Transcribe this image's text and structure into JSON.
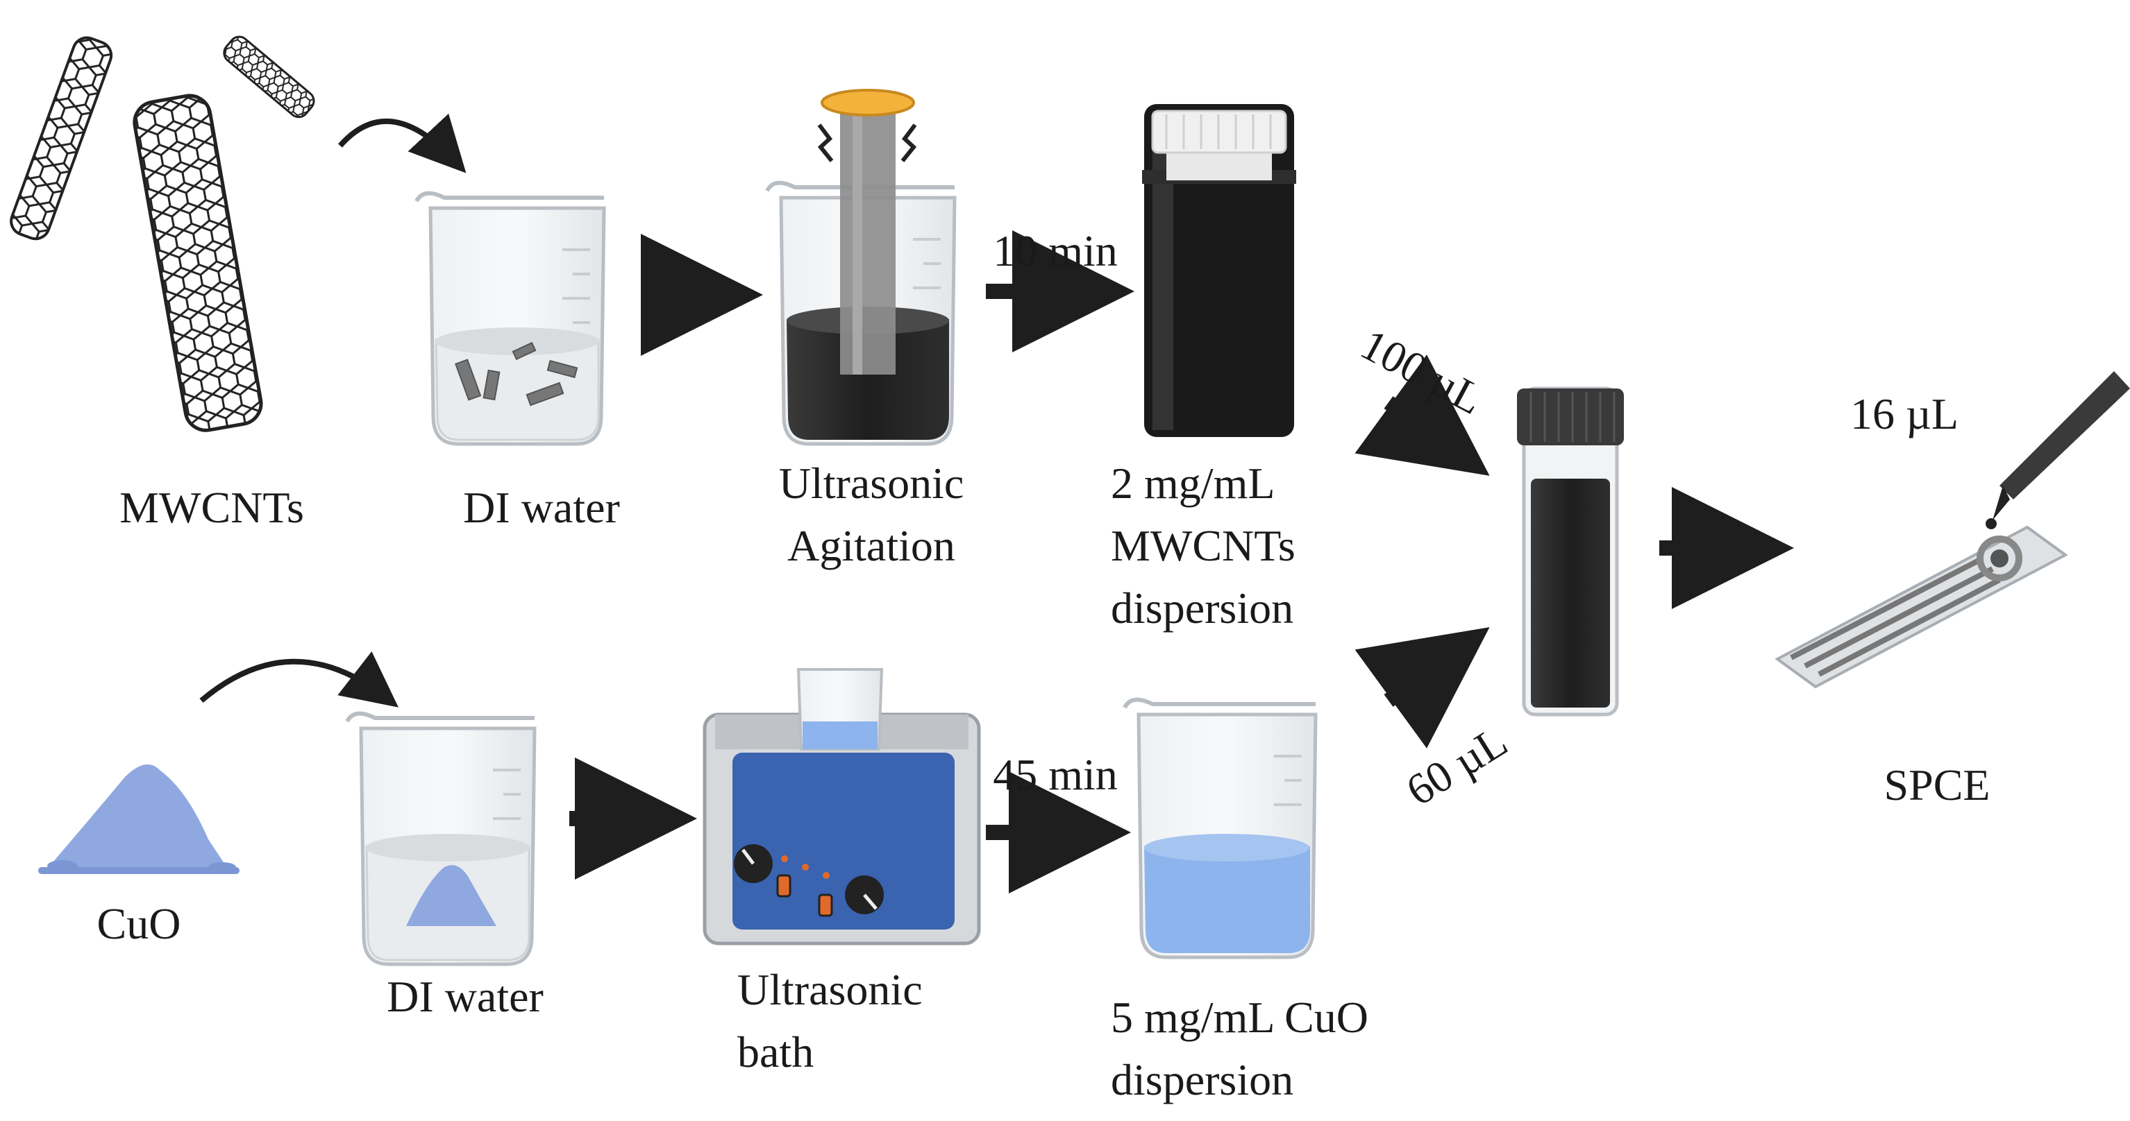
{
  "labels": {
    "mwcnts": "MWCNTs",
    "di_water_top": "DI water",
    "ultrasonic_agitation_l1": "Ultrasonic",
    "ultrasonic_agitation_l2": "Agitation",
    "time_10": "10 min",
    "mwcnt_disp_l1": "2 mg/mL",
    "mwcnt_disp_l2": "MWCNTs",
    "mwcnt_disp_l3": "dispersion",
    "vol_100": "100 µL",
    "vol_60": "60 µL",
    "vol_16": "16 µL",
    "spce": "SPCE",
    "cuo": "CuO",
    "di_water_bottom": "DI water",
    "ultrasonic_bath_l1": "Ultrasonic",
    "ultrasonic_bath_l2": "bath",
    "time_45": "45 min",
    "cuo_disp_l1": "5 mg/mL CuO",
    "cuo_disp_l2": "dispersion"
  },
  "colors": {
    "arrow": "#1e1e1e",
    "glass": "#dfe3e6",
    "dark_liquid": "#2b2b2b",
    "cuo_powder": "#8fa8e0",
    "blue_liquid": "#8db4ec",
    "bath_panel": "#3a63b0",
    "cap_yellow": "#f3b33b"
  }
}
